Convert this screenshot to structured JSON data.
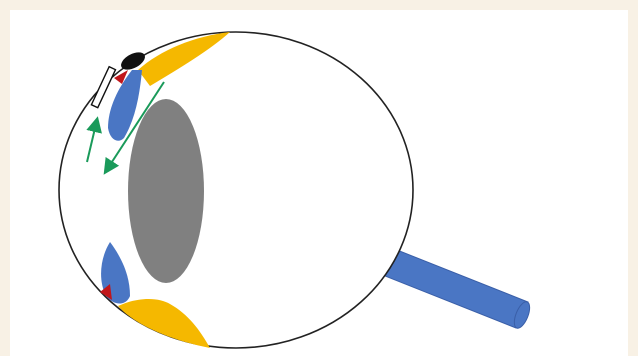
{
  "diagram": {
    "colors": {
      "background": "#f8f1e5",
      "panel": "#ffffff",
      "globe_outline": "#222222",
      "lens": "#808080",
      "ciliary_body": "#4a76c4",
      "sclera_band": "#f5b800",
      "angle_marker": "#c0161b",
      "drainage_device": "#111111",
      "flow_arrows": "#1a9a5a",
      "optic_nerve": "#4a76c4"
    },
    "icons": [
      "eye-globe",
      "lens",
      "ciliary-body",
      "drainage-tube",
      "flow-arrow",
      "optic-nerve"
    ]
  }
}
